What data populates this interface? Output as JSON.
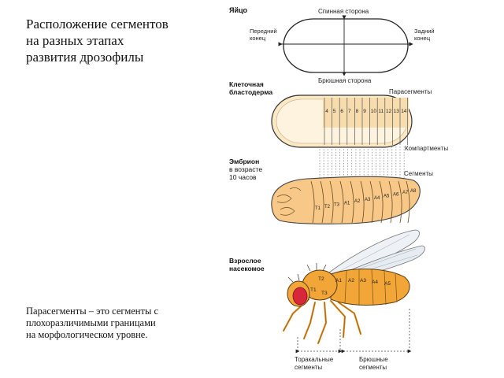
{
  "title": {
    "line1": "Расположение сегментов",
    "line2": "на разных этапах",
    "line3": "развития дрозофилы"
  },
  "caption": {
    "line1": "Парасегменты – это сегменты с",
    "line2": " плохоразличимыми границами",
    "line3": " на морфологическом уровне."
  },
  "egg": {
    "heading": "Яйцо",
    "dorsal": "Спинная сторона",
    "ventral": "Брюшная сторона",
    "anterior_line1": "Передний",
    "anterior_line2": "конец",
    "posterior_line1": "Задний",
    "posterior_line2": "конец"
  },
  "blastoderm": {
    "heading_line1": "Клеточная",
    "heading_line2": "бластодерма",
    "parasegments_label": "Парасегменты",
    "numbers": [
      "4",
      "5",
      "6",
      "7",
      "8",
      "9",
      "10",
      "11",
      "12",
      "13",
      "14"
    ]
  },
  "compartments_label": "Компартменты",
  "embryo": {
    "heading_line1": "Эмбрион",
    "heading_line2": "в возрасте",
    "heading_line3": "10 часов",
    "segments_label": "Сегменты",
    "segment_labels": [
      "T1",
      "T2",
      "T3",
      "A1",
      "A2",
      "A3",
      "A4",
      "A5",
      "A6",
      "A7",
      "A8"
    ]
  },
  "adult": {
    "heading_line1": "Взрослое",
    "heading_line2": "насекомое",
    "body_labels": [
      "T2",
      "T1",
      "T3",
      "A1",
      "A2",
      "A3",
      "A4",
      "A5"
    ],
    "thoracic_line1": "Торакальные",
    "thoracic_line2": "сегменты",
    "abdominal_line1": "Брюшные",
    "abdominal_line2": "сегменты"
  },
  "colors": {
    "egg_fill": "#ffffff",
    "blastoderm_fill": "#fbe8c4",
    "embryo_fill": "#f7c887",
    "fly_body": "#f2a637",
    "fly_eye": "#d8273a",
    "wing": "#eef2f6",
    "outline": "#222222"
  }
}
